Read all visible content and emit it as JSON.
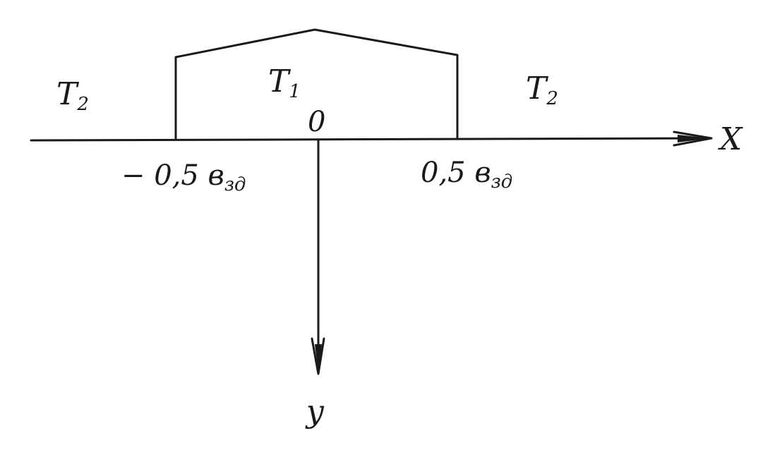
{
  "diagram": {
    "label_T2_left": "T",
    "label_T2_left_sub": "2",
    "label_T1": "T",
    "label_T1_sub": "1",
    "label_T2_right": "T",
    "label_T2_right_sub": "2",
    "origin_label": "0",
    "x_axis_label": "X",
    "y_axis_label": "y",
    "left_tick_label": "− 0,5 в",
    "left_tick_sub": "зд",
    "right_tick_label": "0,5 в",
    "right_tick_sub": "зд",
    "ink_color": "#1a1a1a",
    "background_color": "#ffffff"
  }
}
